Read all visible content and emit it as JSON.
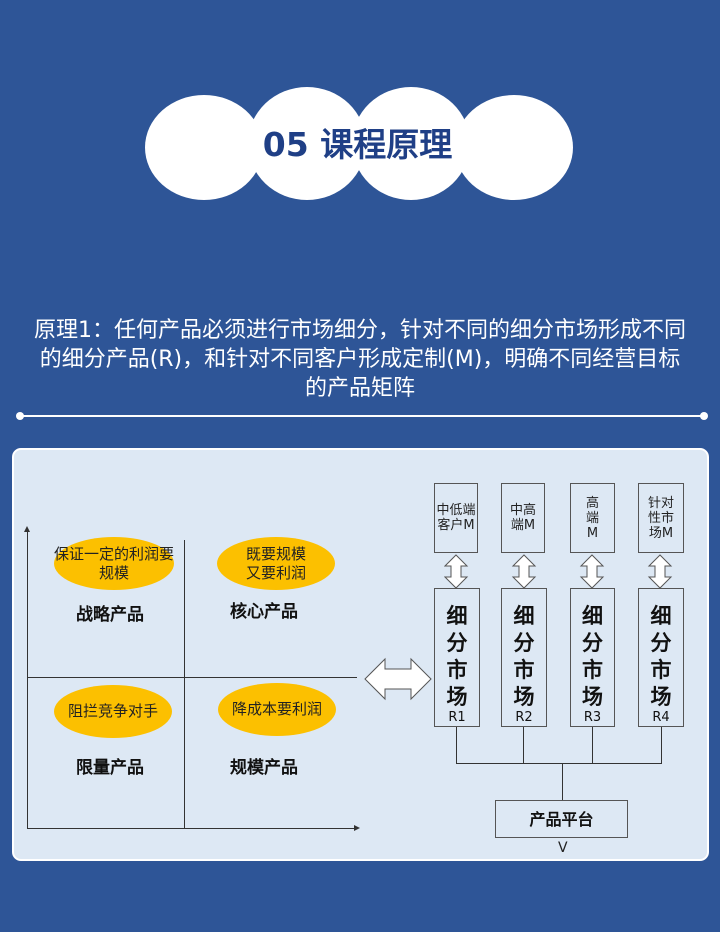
{
  "title": "05 课程原理",
  "description": "原理1：任何产品必须进行市场细分，针对不同的细分市场形成不同的细分产品(R)，和针对不同客户形成定制(M)，明确不同经营目标的产品矩阵",
  "matrix": {
    "quadrants": [
      {
        "goal": "保证一定的利润要规模",
        "label": "战略产品"
      },
      {
        "goal": "既要规模又要利润",
        "label": "核心产品"
      },
      {
        "goal": "阻拦竞争对手",
        "label": "限量产品"
      },
      {
        "goal": "降成本要利润",
        "label": "规模产品"
      }
    ]
  },
  "markets": [
    {
      "customer": "中低端客户M",
      "segment": "细分市场",
      "code": "R1"
    },
    {
      "customer": "中高端M",
      "segment": "细分市场",
      "code": "R2"
    },
    {
      "customer": "高端M",
      "segment": "细分市场",
      "code": "R3"
    },
    {
      "customer": "针对性市场M",
      "segment": "细分市场",
      "code": "R4"
    }
  ],
  "platform": {
    "label": "产品平台",
    "code": "V"
  }
}
